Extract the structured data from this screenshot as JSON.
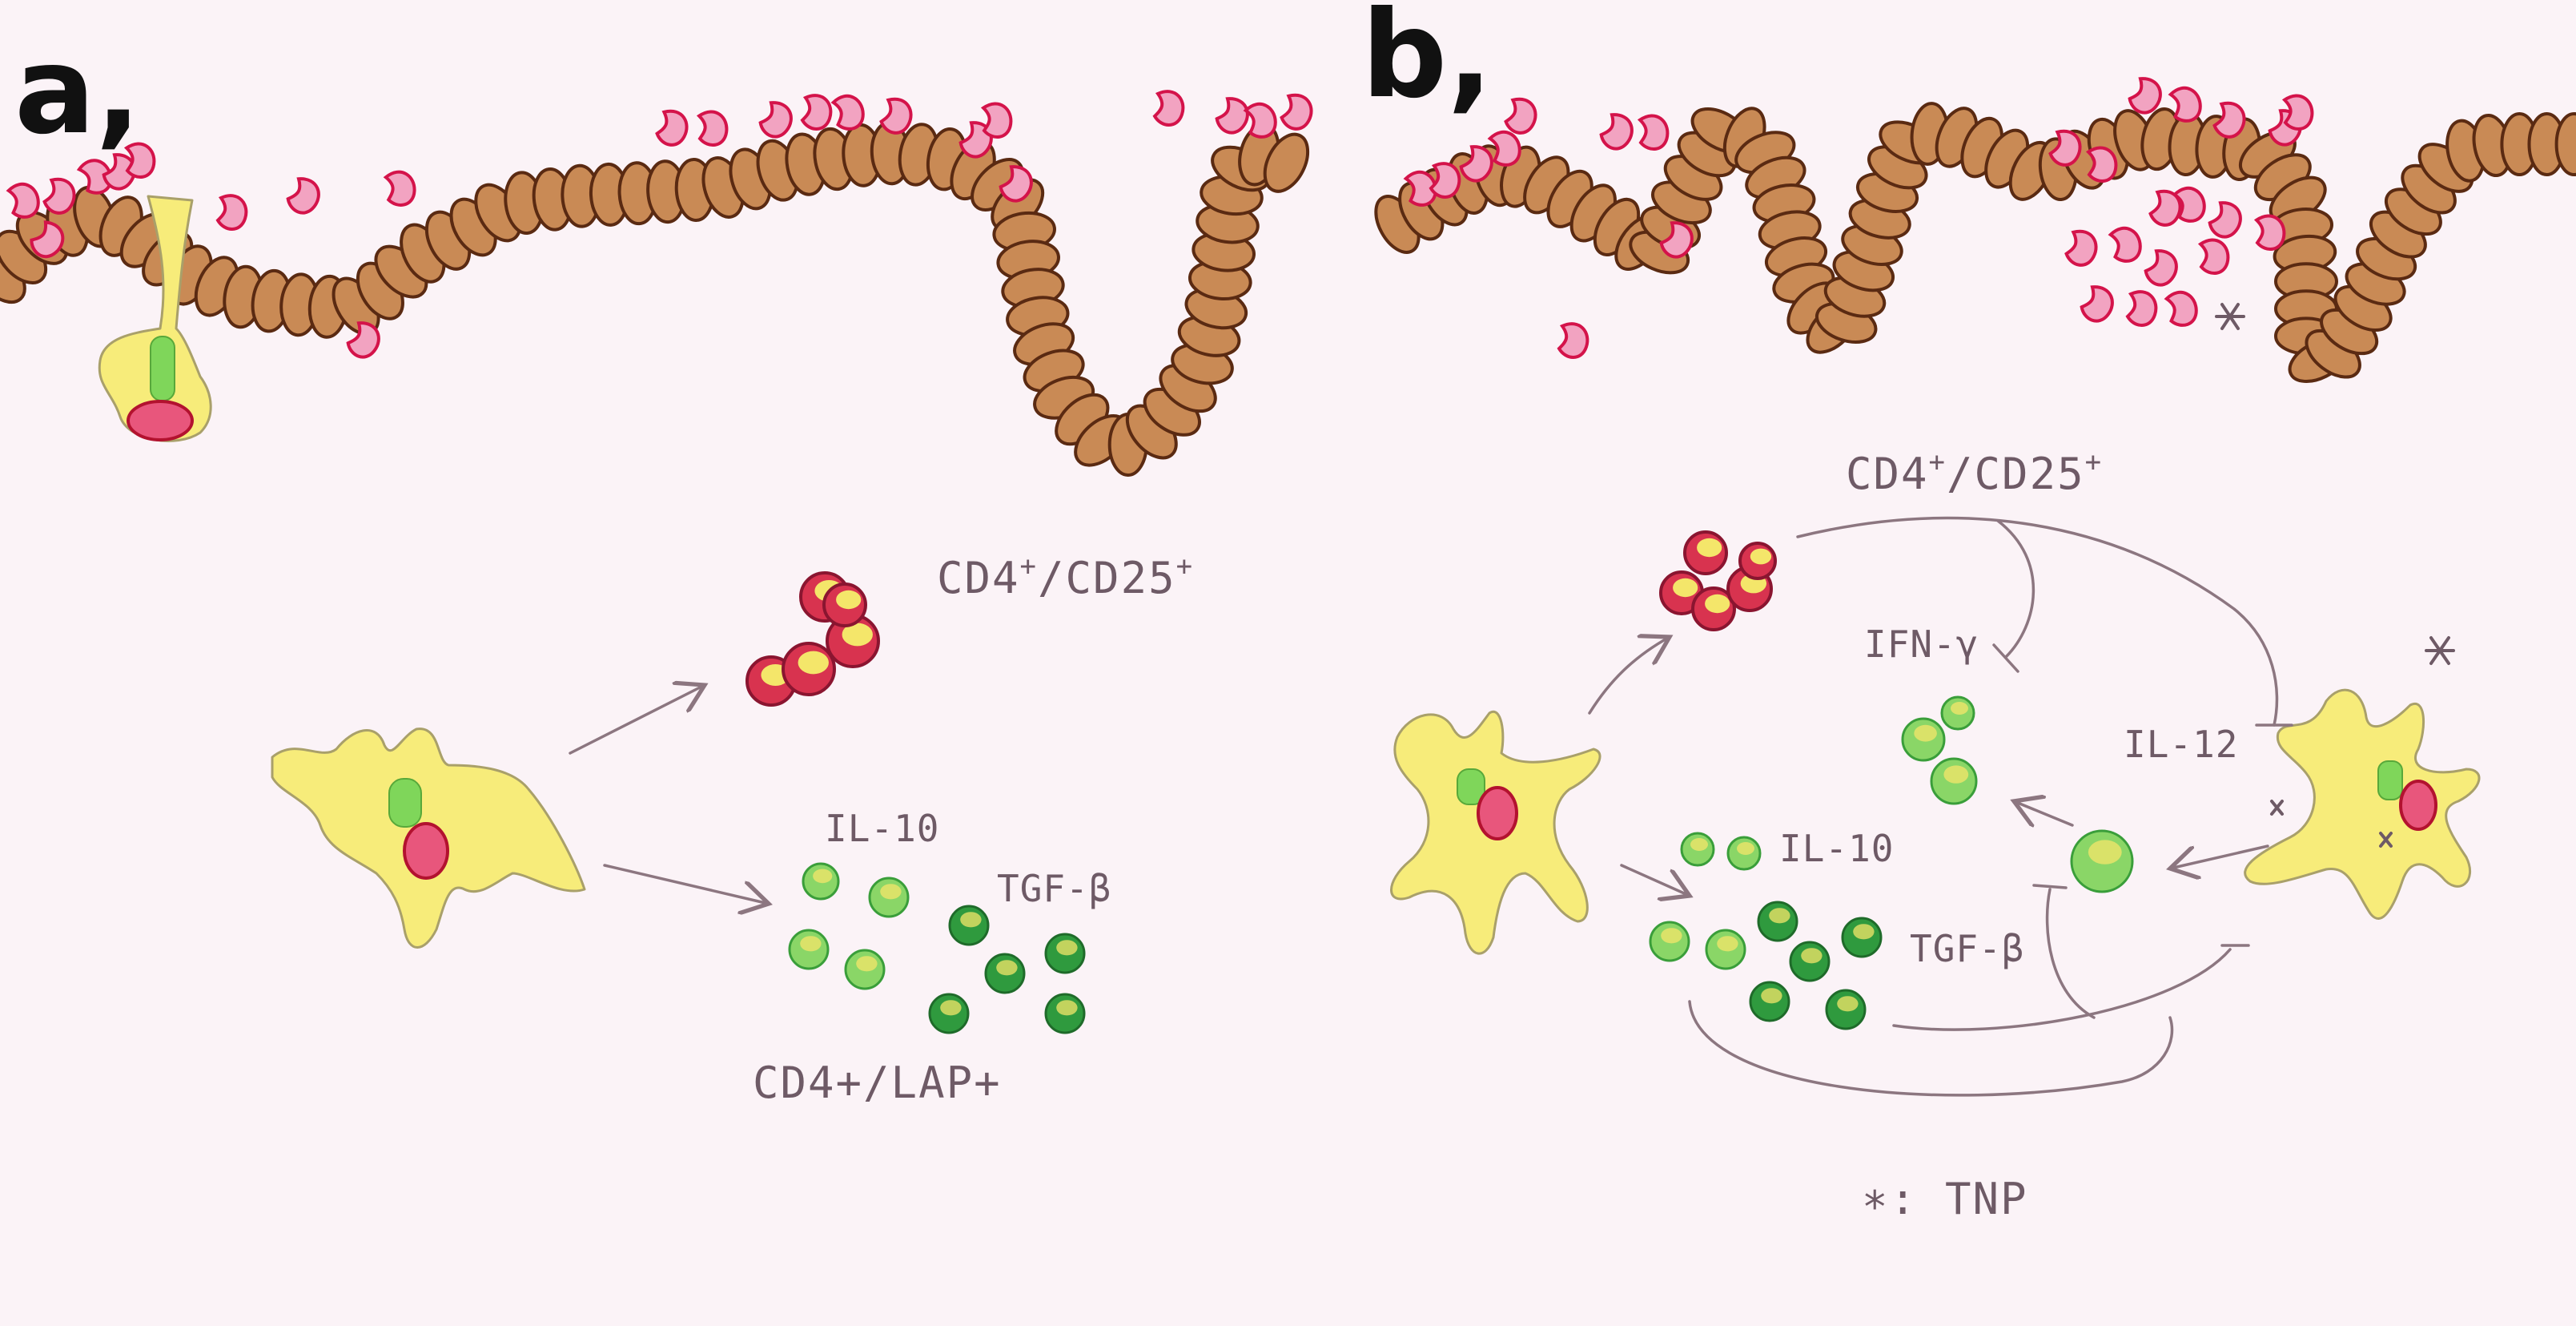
{
  "panels": {
    "a": {
      "label": "a,",
      "cd25_label": "CD4",
      "cd25_sup": "+",
      "cd25_label_2": "/CD25",
      "cd25_sup_2": "+",
      "il10_label": "IL-10",
      "tgfb_label": "TGF-β",
      "lap_label": "CD4+/LAP+"
    },
    "b": {
      "label": "b,",
      "cd25_label": "CD4",
      "cd25_sup": "+",
      "cd25_label_2": "/CD25",
      "cd25_sup_2": "+",
      "ifn_label": "IFN-γ",
      "il12_label": "IL-12",
      "il10_label": "IL-10",
      "tgfb_label": "TGF-β",
      "legend_star": "*",
      "legend_text": ": TNP"
    }
  },
  "colors": {
    "epithelium_fill": "#c98a55",
    "epithelium_stroke": "#5a2a12",
    "antigen_fill": "#f2a3c1",
    "antigen_stroke": "#d4134a",
    "dc_fill": "#f7ec7a",
    "nucleus_fill": "#e8567c",
    "treg_fill": "#d8334f",
    "treg_yellow": "#f4e66a",
    "green_light": "#8ad667",
    "green_dark": "#2f9a3e",
    "arrow": "#8c7680"
  }
}
